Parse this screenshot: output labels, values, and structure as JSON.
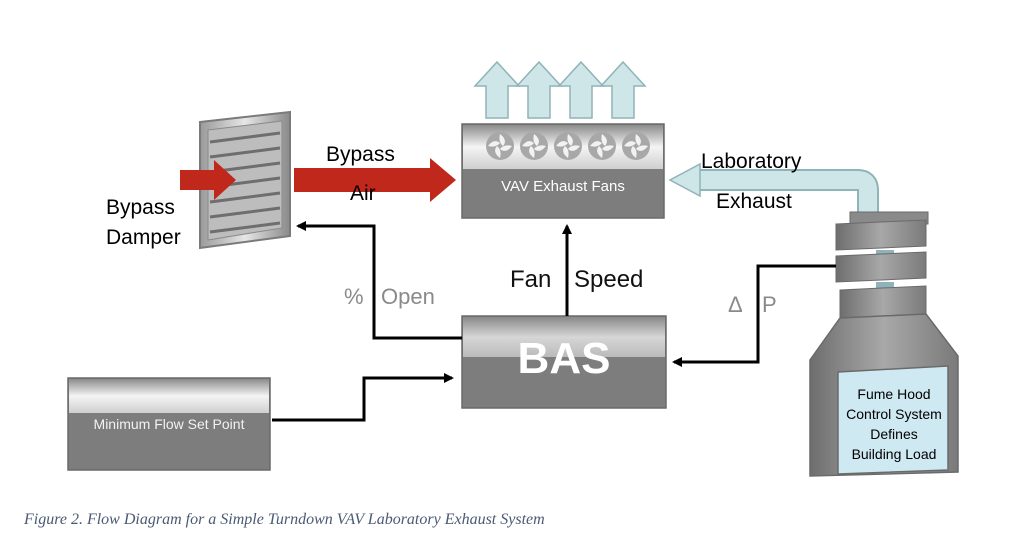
{
  "labels": {
    "bypass_air_line1": "Bypass",
    "bypass_air_line2": "Air",
    "bypass_damper_line1": "Bypass",
    "bypass_damper_line2": "Damper",
    "laboratory_exhaust_line1": "Laboratory",
    "laboratory_exhaust_line2": "Exhaust",
    "percent_open_symbol": "%",
    "percent_open_word": "Open",
    "fan_speed_word1": "Fan",
    "fan_speed_word2": "Speed",
    "delta_p_symbol": "Δ",
    "delta_p_letter": "P"
  },
  "boxes": {
    "vav_exhaust_fans": "VAV Exhaust Fans",
    "bas": "BAS",
    "minimum_flow_set_point": "Minimum Flow Set Point",
    "fume_hood_line1": "Fume Hood",
    "fume_hood_line2": "Control System",
    "fume_hood_line3": "Defines",
    "fume_hood_line4": "Building Load"
  },
  "caption": "Figure 2. Flow Diagram for a Simple Turndown VAV Laboratory Exhaust System",
  "colors": {
    "box_gray": "#7d7d7d",
    "box_light": "#d9d9d9",
    "bypass_red": "#c0281c",
    "exhaust_blue": "#cfe6e8",
    "exhaust_blue_outline": "#8fb3b8",
    "line_black": "#000000",
    "fume_label_bg": "#cfe9f2"
  }
}
